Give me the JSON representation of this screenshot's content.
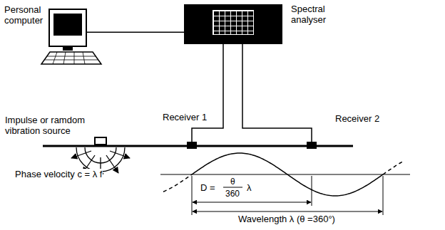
{
  "diagram": {
    "nodes": [
      {
        "text": [
          "Personal computer"
        ]
      },
      {
        "text": [
          "Spectral analyser"
        ]
      },
      {
        "text": [
          "Impulse or ramdom vibration source"
        ]
      },
      {
        "text": [
          "Receiver 1"
        ]
      },
      {
        "text": [
          "Receiver 2"
        ]
      }
    ],
    "edges": [
      {
        "from": 0,
        "to": 1,
        "arrow": "none"
      },
      {
        "from": 1,
        "to": 3,
        "arrow": "none"
      },
      {
        "from": 1,
        "to": 4,
        "arrow": "none"
      }
    ],
    "labels": [
      "Phase velocity c = λ f",
      "D =",
      "θ",
      "360",
      "λ",
      "Wavelength λ (θ =360°)"
    ]
  }
}
